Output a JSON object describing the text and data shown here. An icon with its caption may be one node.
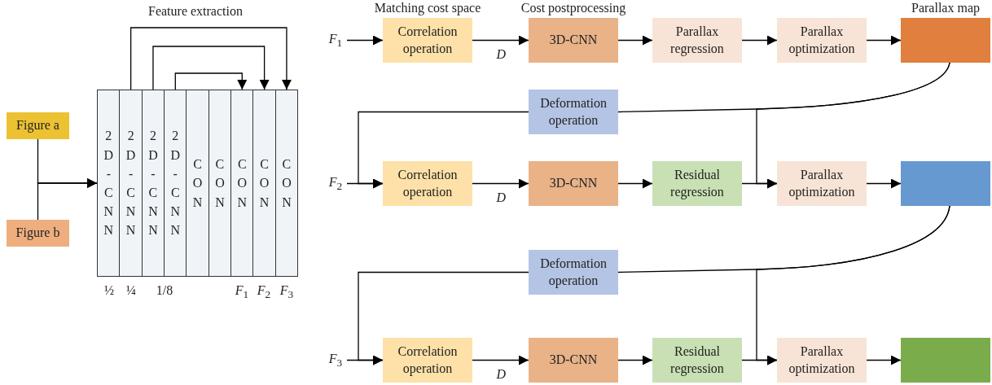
{
  "diagram": {
    "nodes": [
      {
        "text": [
          "Figure a"
        ]
      },
      {
        "text": [
          "Figure b"
        ]
      },
      {
        "text": [
          "2D-CNN"
        ]
      },
      {
        "text": [
          "2D-CNN"
        ]
      },
      {
        "text": [
          "2D-CNN"
        ]
      },
      {
        "text": [
          "2D-CNN"
        ]
      },
      {
        "text": [
          "CON"
        ]
      },
      {
        "text": [
          "CON"
        ]
      },
      {
        "text": [
          "CON"
        ]
      },
      {
        "text": [
          "CON"
        ]
      },
      {
        "text": [
          "CON"
        ]
      },
      {
        "text": [
          "*F*$_{1}$"
        ]
      },
      {
        "text": [
          "Correlation operation"
        ],
        "beside": [
          "Matching cost space"
        ]
      },
      {
        "text": [
          "3D-CNN"
        ],
        "beside": [
          "Cost postprocessing"
        ]
      },
      {
        "text": [
          "Parallax regression"
        ]
      },
      {
        "text": [
          "Parallax optimization"
        ]
      },
      {
        "text": [],
        "shape": "box",
        "beside": [
          "Parallax map"
        ]
      },
      {
        "text": [
          "Deformation operation"
        ]
      },
      {
        "text": [
          "*F*$_{2}$"
        ]
      },
      {
        "text": [
          "Correlation operation"
        ]
      },
      {
        "text": [
          "3D-CNN"
        ]
      },
      {
        "text": [
          "Residual regression"
        ]
      },
      {
        "text": [
          "Parallax optimization"
        ]
      },
      {
        "text": [],
        "shape": "box"
      },
      {
        "text": [
          "Deformation operation"
        ]
      },
      {
        "text": [
          "*F*$_{3}$"
        ]
      },
      {
        "text": [
          "Correlation operation"
        ]
      },
      {
        "text": [
          "3D-CNN"
        ]
      },
      {
        "text": [
          "Residual regression"
        ]
      },
      {
        "text": [
          "Parallax optimization"
        ]
      },
      {
        "text": [],
        "shape": "box"
      }
    ],
    "edges": [
      {
        "from": 0,
        "to": 2,
        "arrow": "to"
      },
      {
        "from": 1,
        "to": 2,
        "arrow": "to"
      },
      {
        "from": 3,
        "to": 10,
        "arrow": "to"
      },
      {
        "from": 4,
        "to": 9,
        "arrow": "to"
      },
      {
        "from": 5,
        "to": 8,
        "arrow": "to"
      },
      {
        "from": 11,
        "to": 12,
        "arrow": "to"
      },
      {
        "from": 12,
        "to": 13,
        "arrow": "to",
        "label": "*D*"
      },
      {
        "from": 13,
        "to": 14,
        "arrow": "to"
      },
      {
        "from": 14,
        "to": 15,
        "arrow": "to"
      },
      {
        "from": 15,
        "to": 16,
        "arrow": "to"
      },
      {
        "from": 16,
        "to": 17,
        "arrow": "none"
      },
      {
        "from": 16,
        "to": 22,
        "arrow": "to"
      },
      {
        "from": 17,
        "to": 19,
        "arrow": "to"
      },
      {
        "from": 18,
        "to": 19,
        "arrow": "to"
      },
      {
        "from": 19,
        "to": 20,
        "arrow": "to",
        "label": "*D*"
      },
      {
        "from": 20,
        "to": 21,
        "arrow": "to"
      },
      {
        "from": 21,
        "to": 22,
        "arrow": "to"
      },
      {
        "from": 22,
        "to": 23,
        "arrow": "to"
      },
      {
        "from": 23,
        "to": 24,
        "arrow": "none"
      },
      {
        "from": 23,
        "to": 29,
        "arrow": "to"
      },
      {
        "from": 24,
        "to": 26,
        "arrow": "to"
      },
      {
        "from": 25,
        "to": 26,
        "arrow": "to"
      },
      {
        "from": 26,
        "to": 27,
        "arrow": "to",
        "label": "*D*"
      },
      {
        "from": 27,
        "to": 28,
        "arrow": "to"
      },
      {
        "from": 28,
        "to": 29,
        "arrow": "to"
      },
      {
        "from": 29,
        "to": 30,
        "arrow": "to"
      }
    ],
    "labels": [
      "Feature extraction",
      "½",
      "¼",
      "1/8",
      "*F*$_{1}$",
      "*F*$_{2}$",
      "*F*$_{3}$"
    ]
  }
}
